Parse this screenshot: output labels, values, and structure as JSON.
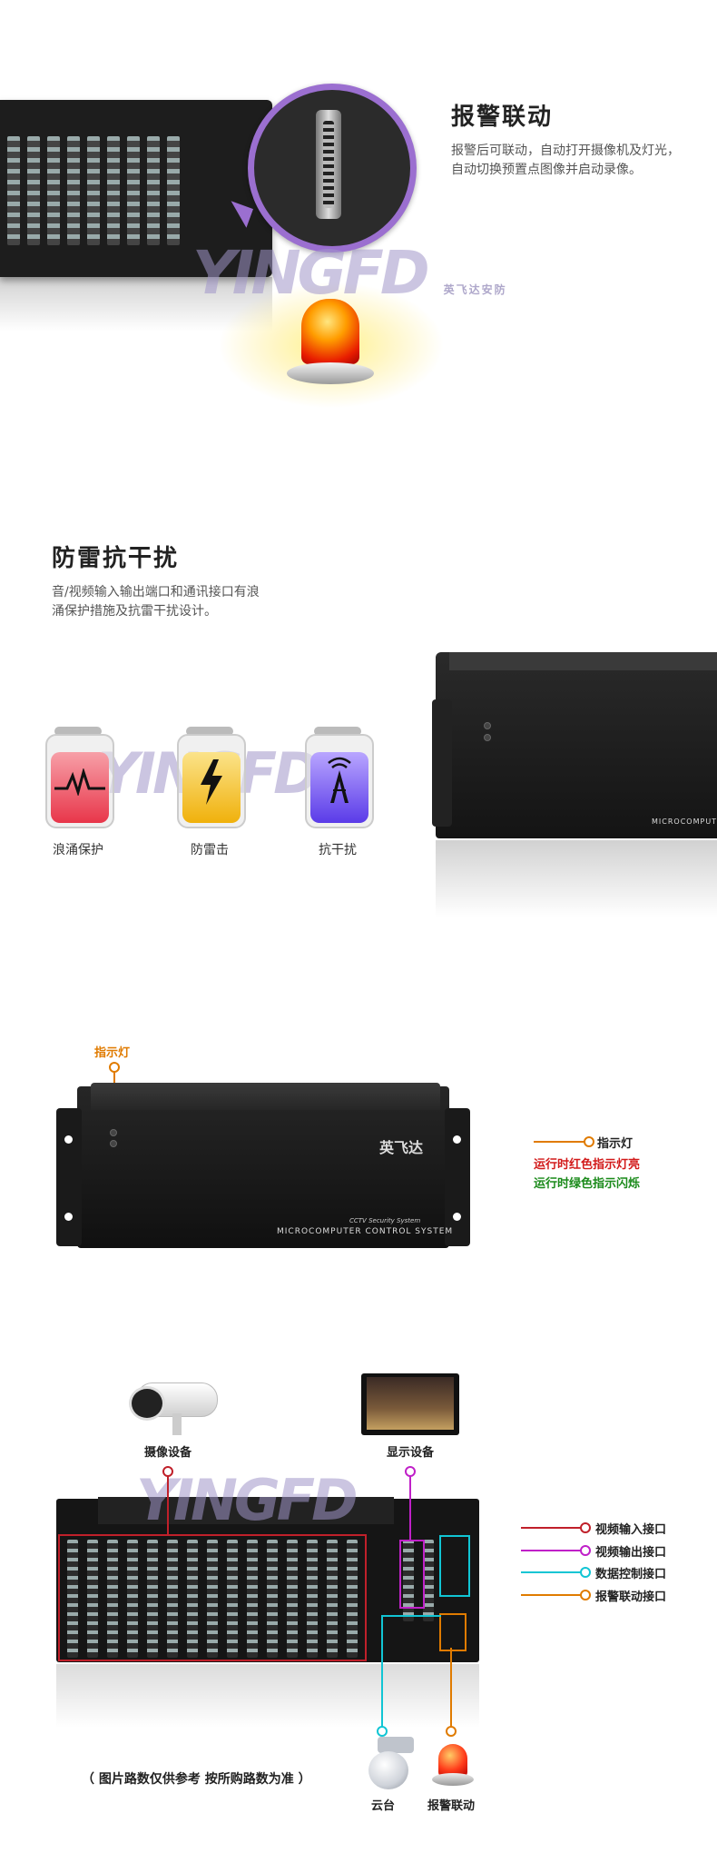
{
  "alarm": {
    "title": "报警联动",
    "desc_line1": "报警后可联动，自动打开摄像机及灯光，",
    "desc_line2": "自动切换预置点图像并启动录像。"
  },
  "watermark": {
    "main": "YINGFD",
    "sub": "英飞达安防"
  },
  "surge": {
    "title": "防雷抗干扰",
    "desc_line1": "音/视频输入输出端口和通讯接口有浪",
    "desc_line2": "涌保护措施及抗雷干扰设计。",
    "items": [
      {
        "label": "浪涌保护",
        "icon": "surge-wave-icon",
        "color": "#f0505a"
      },
      {
        "label": "防雷击",
        "icon": "lightning-icon",
        "color": "#f2c21a"
      },
      {
        "label": "抗干扰",
        "icon": "signal-tower-icon",
        "color": "#6e4ff0"
      }
    ],
    "device_text": "MICROCOMPUTER"
  },
  "indicator": {
    "callout": "指示灯",
    "brand": "英飞达",
    "sys_line1": "CCTV Security System",
    "sys_line2": "MICROCOMPUTER  CONTROL  SYSTEM",
    "legend_title": "指示灯",
    "legend_red": "运行时红色指示灯亮",
    "legend_green": "运行时绿色指示闪烁",
    "colors": {
      "orange": "#e07b00",
      "red": "#d21a1a",
      "green": "#1a8a1a"
    }
  },
  "interfaces": {
    "camera_label": "摄像设备",
    "display_label": "显示设备",
    "ptz_label": "云台",
    "alarm_label": "报警联动",
    "note": "（ 图片路数仅供参考 按所购路数为准 ）",
    "legend": [
      {
        "label": "视频输入接口",
        "color": "#c0202a"
      },
      {
        "label": "视频输出接口",
        "color": "#c020c8"
      },
      {
        "label": "数据控制接口",
        "color": "#11c5d4"
      },
      {
        "label": "报警联动接口",
        "color": "#e07b00"
      }
    ]
  }
}
